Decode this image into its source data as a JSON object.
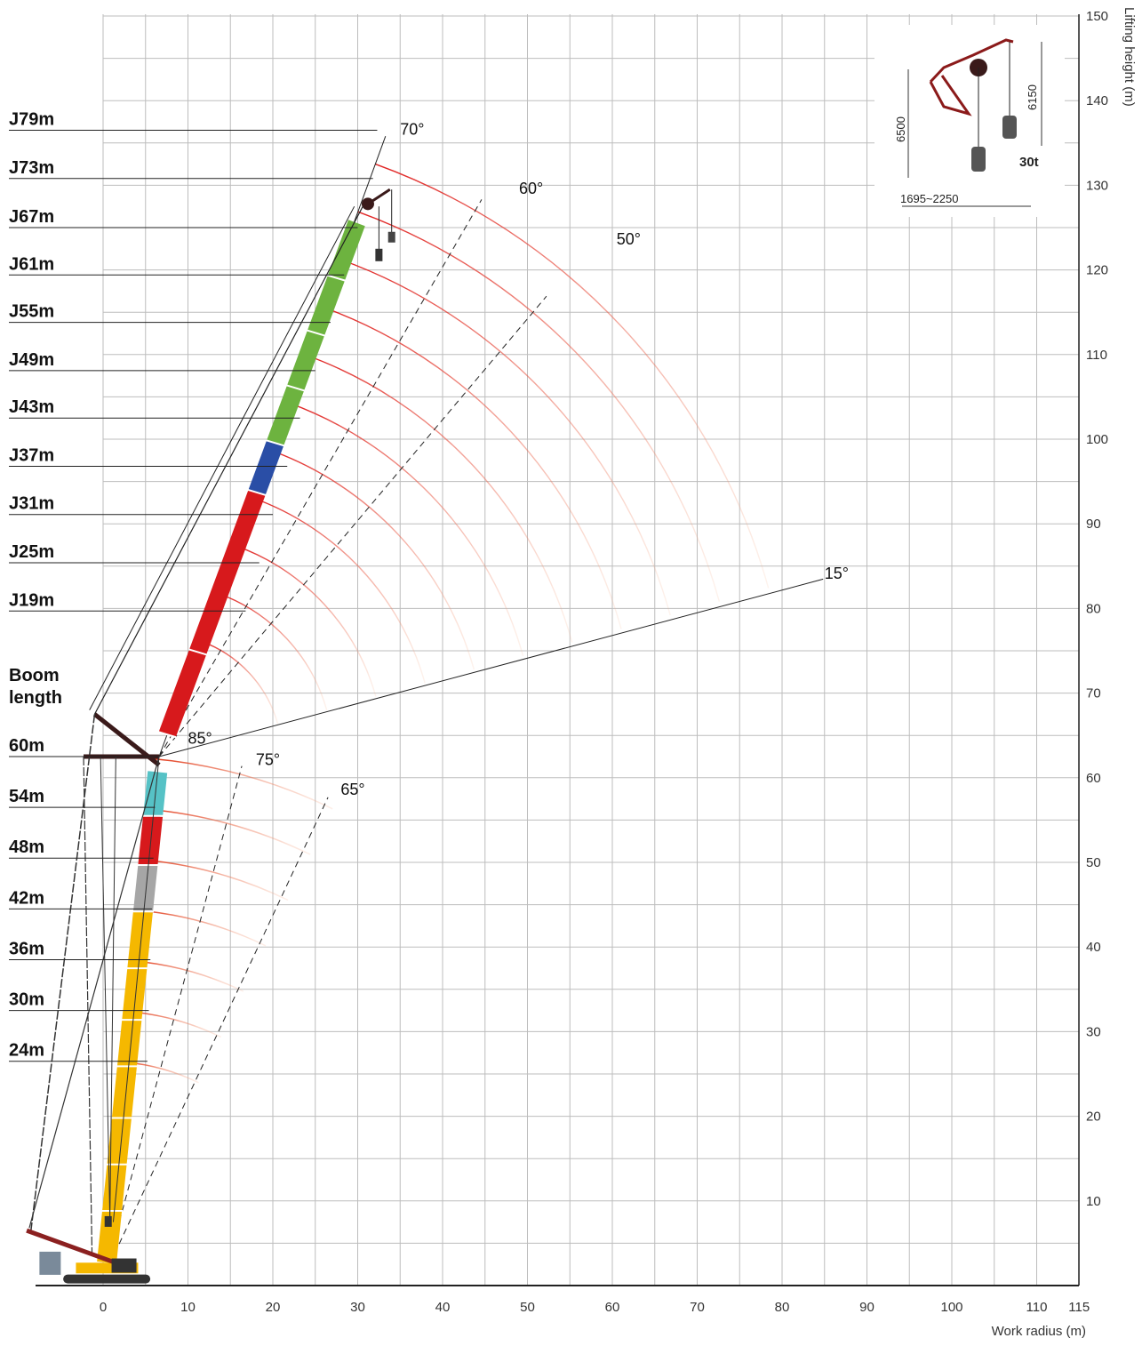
{
  "chart_data": {
    "type": "range_diagram",
    "x_axis": {
      "label": "Work radius (m)",
      "range": [
        -10,
        115
      ],
      "ticks": [
        0,
        10,
        20,
        30,
        40,
        50,
        60,
        70,
        80,
        90,
        100,
        110,
        115
      ],
      "minor_step": 5
    },
    "y_axis": {
      "label": "Lifting height (m)",
      "range": [
        0,
        150
      ],
      "ticks": [
        10,
        20,
        30,
        40,
        50,
        60,
        70,
        80,
        90,
        100,
        110,
        120,
        130,
        140,
        150
      ],
      "minor_step": 5,
      "position": "right"
    },
    "grid": true,
    "boom_length_title": "Boom\nlength",
    "boom_lengths": [
      {
        "label": "60m",
        "height": 62.5
      },
      {
        "label": "54m",
        "height": 56.5
      },
      {
        "label": "48m",
        "height": 50.5
      },
      {
        "label": "42m",
        "height": 44.5
      },
      {
        "label": "36m",
        "height": 38.5
      },
      {
        "label": "30m",
        "height": 32.5
      },
      {
        "label": "24m",
        "height": 26.5
      }
    ],
    "jib_lengths": [
      {
        "label": "J79m",
        "height": 136.5
      },
      {
        "label": "J73m",
        "height": 130.8
      },
      {
        "label": "J67m",
        "height": 125.0
      },
      {
        "label": "J61m",
        "height": 119.4
      },
      {
        "label": "J55m",
        "height": 113.8
      },
      {
        "label": "J49m",
        "height": 108.1
      },
      {
        "label": "J43m",
        "height": 102.5
      },
      {
        "label": "J37m",
        "height": 96.8
      },
      {
        "label": "J31m",
        "height": 91.1
      },
      {
        "label": "J25m",
        "height": 85.4
      },
      {
        "label": "J19m",
        "height": 79.7
      }
    ],
    "boom_angles": [
      {
        "label": "85°",
        "x": 10.0,
        "y": 64.0
      },
      {
        "label": "75°",
        "x": 18.0,
        "y": 61.5
      },
      {
        "label": "65°",
        "x": 28.0,
        "y": 58.0
      }
    ],
    "jib_angles": [
      {
        "label": "70°",
        "x": 35.0,
        "y": 136.0
      },
      {
        "label": "60°",
        "x": 49.0,
        "y": 129.0
      },
      {
        "label": "50°",
        "x": 60.5,
        "y": 123.0
      },
      {
        "label": "15°",
        "x": 85.0,
        "y": 83.5
      }
    ],
    "inset": {
      "dimensions": [
        "6500",
        "6150",
        "1695~2250"
      ],
      "load_label": "30t"
    }
  }
}
